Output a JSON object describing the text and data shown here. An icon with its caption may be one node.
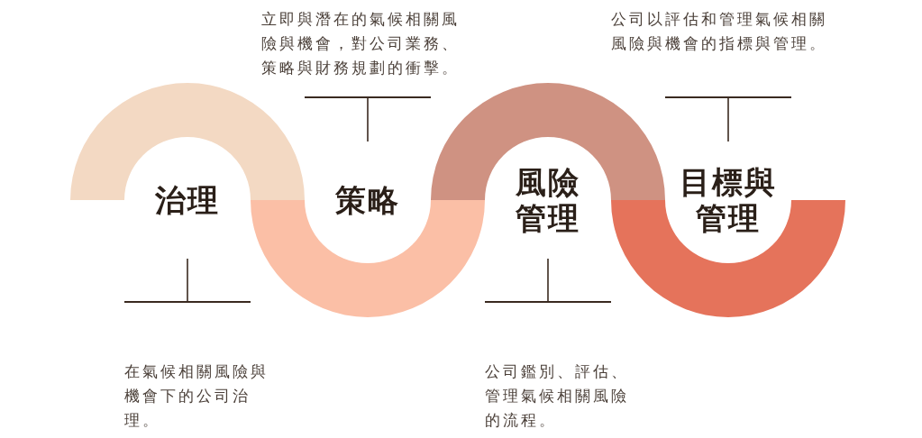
{
  "diagram": {
    "nodes": [
      {
        "text": [
          "治理"
        ]
      },
      {
        "text": [
          "策略"
        ]
      },
      {
        "text": [
          "風險管理"
        ]
      },
      {
        "text": [
          "目標與管理"
        ]
      },
      {
        "text": [
          "在氣候相關風險與機會下的公司治理。"
        ]
      },
      {
        "text": [
          "立即與潛在的氣候相關風險與機會，對公司業務、策略與財務規劃的衝擊。"
        ]
      },
      {
        "text": [
          "公司鑑別、評估、管理氣候相關風險的流程。"
        ]
      },
      {
        "text": [
          "公司以評估和管理氣候相關風險與機會的指標與管理。"
        ]
      }
    ],
    "edges": [
      {
        "from": 4,
        "to": 0,
        "arrow": "none"
      },
      {
        "from": 5,
        "to": 1,
        "arrow": "none"
      },
      {
        "from": 6,
        "to": 2,
        "arrow": "none"
      },
      {
        "from": 7,
        "to": 3,
        "arrow": "none"
      }
    ]
  }
}
